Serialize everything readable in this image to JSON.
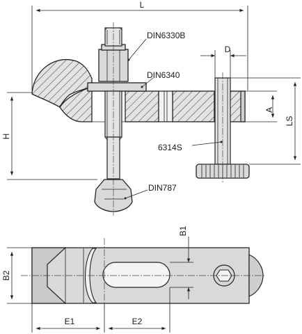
{
  "labels": {
    "L": "L",
    "D": "D",
    "A": "A",
    "LS": "LS",
    "H": "H",
    "B1": "B1",
    "B2": "B2",
    "E1": "E1",
    "E2": "E2"
  },
  "callouts": {
    "din6330b": "DIN6330B",
    "din6340": "DIN6340",
    "din787": "DIN787",
    "s6314": "6314S"
  }
}
